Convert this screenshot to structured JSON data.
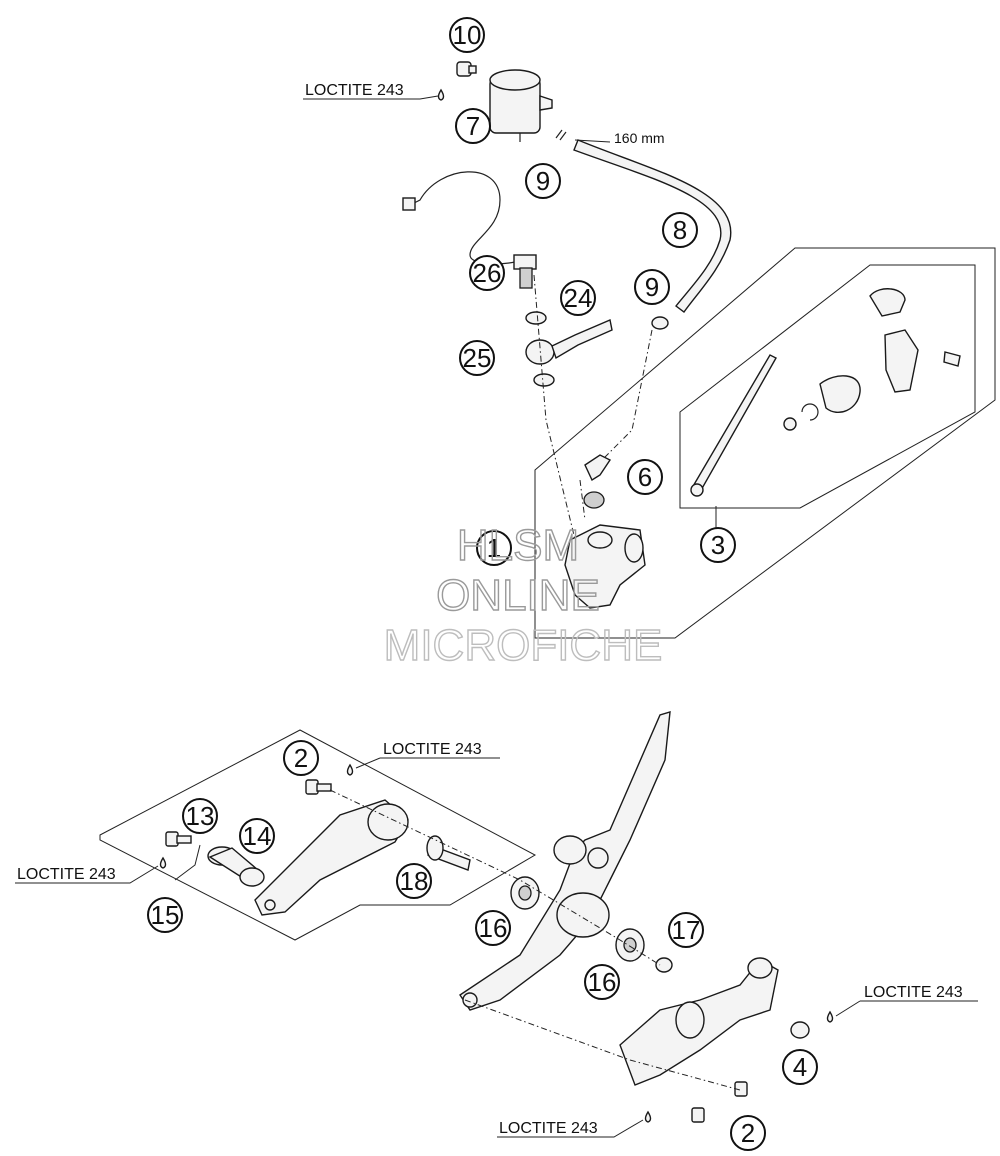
{
  "callouts": {
    "c10": "10",
    "c7": "7",
    "c9a": "9",
    "c8": "8",
    "c26": "26",
    "c24": "24",
    "c9b": "9",
    "c25": "25",
    "c6": "6",
    "c3": "3",
    "c1": "1",
    "c2a": "2",
    "c13": "13",
    "c14": "14",
    "c18": "18",
    "c15": "15",
    "c16a": "16",
    "c17": "17",
    "c16b": "16",
    "c4": "4",
    "c2b": "2"
  },
  "loctite_labels": {
    "top": "LOCTITE 243",
    "pedal_bolt": "LOCTITE 243",
    "footpeg": "LOCTITE 243",
    "nut": "LOCTITE 243",
    "bottom": "LOCTITE 243"
  },
  "hose_length": "160 mm",
  "watermark": {
    "line1": "HLSM",
    "line2": "ONLINE",
    "line3": "MICROFICHE"
  }
}
